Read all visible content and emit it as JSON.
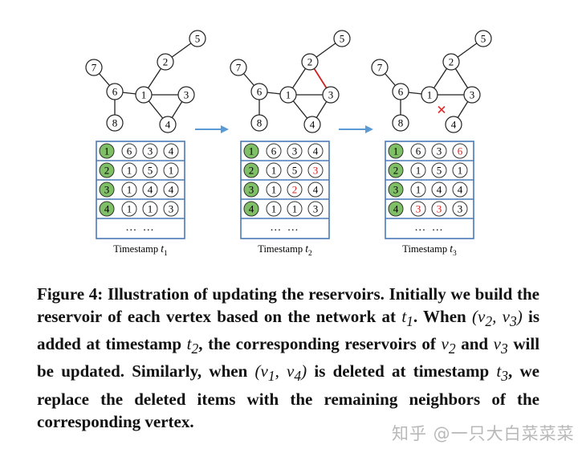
{
  "figure": {
    "panels": [
      {
        "timestamp_label": "Timestamp",
        "timestamp_var": "t",
        "timestamp_sub": "1",
        "nodes": [
          "1",
          "2",
          "3",
          "4",
          "5",
          "6",
          "7",
          "8"
        ],
        "edges": [
          [
            "1",
            "2"
          ],
          [
            "2",
            "5"
          ],
          [
            "1",
            "3"
          ],
          [
            "1",
            "4"
          ],
          [
            "3",
            "4"
          ],
          [
            "1",
            "6"
          ],
          [
            "6",
            "7"
          ],
          [
            "6",
            "8"
          ]
        ],
        "highlight_edges": [],
        "deleted_edges": [],
        "rows": [
          {
            "vertex": "1",
            "items": [
              "6",
              "3",
              "4"
            ],
            "changed": [
              false,
              false,
              false
            ]
          },
          {
            "vertex": "2",
            "items": [
              "1",
              "5",
              "1"
            ],
            "changed": [
              false,
              false,
              false
            ]
          },
          {
            "vertex": "3",
            "items": [
              "1",
              "4",
              "4"
            ],
            "changed": [
              false,
              false,
              false
            ]
          },
          {
            "vertex": "4",
            "items": [
              "1",
              "1",
              "3"
            ],
            "changed": [
              false,
              false,
              false
            ]
          }
        ],
        "ellipsis": "… …"
      },
      {
        "timestamp_label": "Timestamp",
        "timestamp_var": "t",
        "timestamp_sub": "2",
        "nodes": [
          "1",
          "2",
          "3",
          "4",
          "5",
          "6",
          "7",
          "8"
        ],
        "edges": [
          [
            "1",
            "2"
          ],
          [
            "2",
            "5"
          ],
          [
            "1",
            "3"
          ],
          [
            "1",
            "4"
          ],
          [
            "3",
            "4"
          ],
          [
            "1",
            "6"
          ],
          [
            "6",
            "7"
          ],
          [
            "6",
            "8"
          ]
        ],
        "highlight_edges": [
          [
            "2",
            "3"
          ]
        ],
        "deleted_edges": [],
        "rows": [
          {
            "vertex": "1",
            "items": [
              "6",
              "3",
              "4"
            ],
            "changed": [
              false,
              false,
              false
            ]
          },
          {
            "vertex": "2",
            "items": [
              "1",
              "5",
              "3"
            ],
            "changed": [
              false,
              false,
              true
            ]
          },
          {
            "vertex": "3",
            "items": [
              "1",
              "2",
              "4"
            ],
            "changed": [
              false,
              true,
              false
            ]
          },
          {
            "vertex": "4",
            "items": [
              "1",
              "1",
              "3"
            ],
            "changed": [
              false,
              false,
              false
            ]
          }
        ],
        "ellipsis": "… …"
      },
      {
        "timestamp_label": "Timestamp",
        "timestamp_var": "t",
        "timestamp_sub": "3",
        "nodes": [
          "1",
          "2",
          "3",
          "4",
          "5",
          "6",
          "7",
          "8"
        ],
        "edges": [
          [
            "1",
            "2"
          ],
          [
            "2",
            "5"
          ],
          [
            "1",
            "3"
          ],
          [
            "2",
            "3"
          ],
          [
            "3",
            "4"
          ],
          [
            "1",
            "6"
          ],
          [
            "6",
            "7"
          ],
          [
            "6",
            "8"
          ]
        ],
        "highlight_edges": [],
        "deleted_edges": [
          [
            "1",
            "4"
          ]
        ],
        "rows": [
          {
            "vertex": "1",
            "items": [
              "6",
              "3",
              "6"
            ],
            "changed": [
              false,
              false,
              true
            ]
          },
          {
            "vertex": "2",
            "items": [
              "1",
              "5",
              "1"
            ],
            "changed": [
              false,
              false,
              false
            ]
          },
          {
            "vertex": "3",
            "items": [
              "1",
              "4",
              "4"
            ],
            "changed": [
              false,
              false,
              false
            ]
          },
          {
            "vertex": "4",
            "items": [
              "3",
              "3",
              "3"
            ],
            "changed": [
              true,
              true,
              false
            ]
          }
        ],
        "ellipsis": "… …"
      }
    ],
    "colors": {
      "box_border": "#4a7ab8",
      "vertex_fill": "#7fbf66",
      "arrow": "#5b9bd5",
      "changed_text": "#d42020",
      "added_edge": "#cc2222",
      "delete_mark": "#e03030"
    }
  },
  "caption": {
    "label": "Figure 4:",
    "s1": "Illustration of updating the reservoirs. Initially we build the reservoir of each vertex based on the network at",
    "t1": "t",
    "t1_sub": "1",
    "s2": ". When",
    "pair1": "(v",
    "pair1_a": "2",
    "pair1_mid": ", v",
    "pair1_b": "3",
    "pair1_end": ")",
    "s3": "is added at timestamp",
    "t2": "t",
    "t2_sub": "2",
    "s4": ", the corresponding reservoirs of",
    "v2": "v",
    "v2_sub": "2",
    "s5": "and",
    "v3": "v",
    "v3_sub": "3",
    "s6": "will be updated. Similarly, when",
    "pair2": "(v",
    "pair2_a": "1",
    "pair2_mid": ", v",
    "pair2_b": "4",
    "pair2_end": ")",
    "s7": "is deleted at timestamp",
    "t3": "t",
    "t3_sub": "3",
    "s8": ", we replace the deleted items with the remaining neighbors of the corresponding vertex."
  },
  "watermark": "知乎 @一只大白菜菜菜"
}
